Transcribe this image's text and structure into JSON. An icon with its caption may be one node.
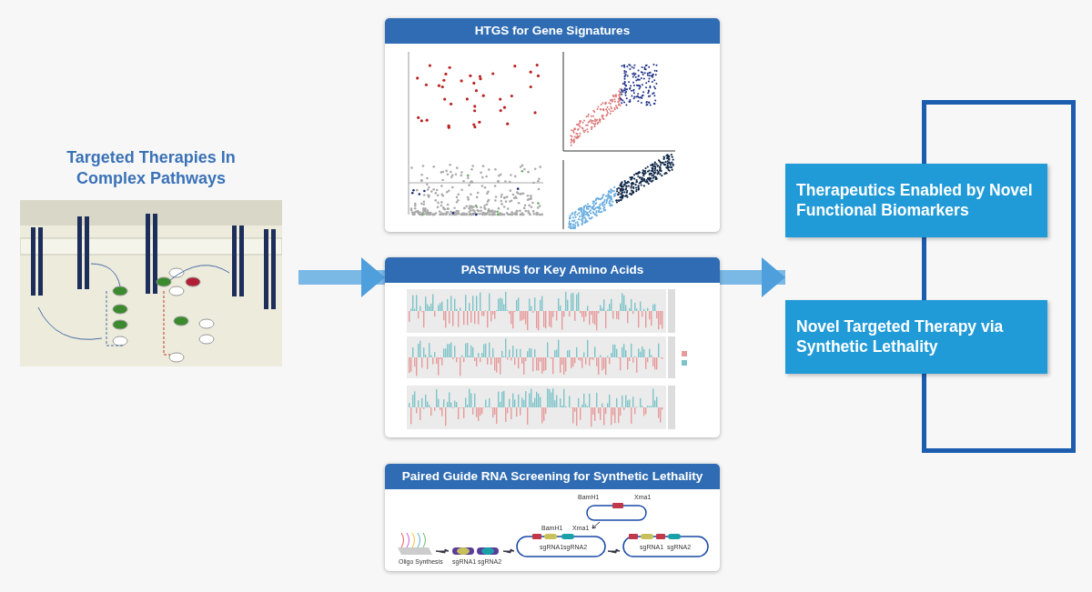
{
  "diagram": {
    "nodes": [
      {
        "text": [
          "Targeted Therapies In Complex Pathways"
        ]
      },
      {
        "text": [
          "HTGS for Gene Signatures"
        ]
      },
      {
        "text": [
          "PASTMUS for Key Amino Acids"
        ]
      },
      {
        "text": [
          "Paired Guide RNA Screening for Synthetic Lethality"
        ]
      },
      {
        "text": [],
        "shape": "box"
      },
      {
        "text": [
          "Therapeutics Enabled by Novel Functional Biomarkers"
        ]
      },
      {
        "text": [
          "Novel Targeted Therapy via Synthetic Lethality"
        ]
      }
    ],
    "edges": [
      {
        "from": 0,
        "to": 2,
        "arrow": "to"
      },
      {
        "from": 2,
        "to": 5,
        "arrow": "to"
      }
    ],
    "labels": [
      "BamH1",
      "Xma1",
      "BamH1",
      "Xma1",
      "sgRNA1",
      "sgRNA2",
      "sgRNA1",
      "sgRNA2",
      "Oligo Synthesis",
      "sgRNA1",
      "sgRNA2"
    ]
  }
}
